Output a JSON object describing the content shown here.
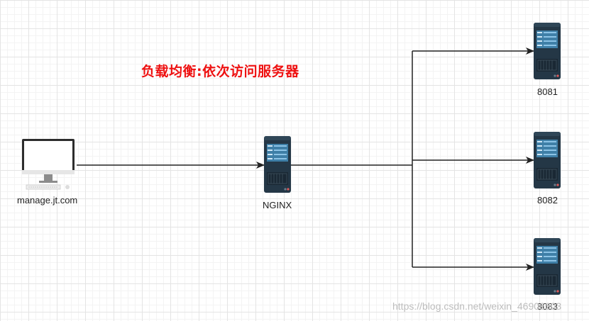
{
  "title": "负载均衡:依次访问服务器",
  "client": {
    "label": "manage.jt.com",
    "icon": "desktop-computer-icon"
  },
  "proxy": {
    "label": "NGINX",
    "icon": "server-icon"
  },
  "servers": [
    {
      "label": "8081",
      "icon": "server-icon"
    },
    {
      "label": "8082",
      "icon": "server-icon"
    },
    {
      "label": "8083",
      "icon": "server-icon"
    }
  ],
  "watermark": "https://blog.csdn.net/weixin_46906603",
  "colors": {
    "title": "#ee1111",
    "server_body": "#243746",
    "server_panel": "#3f7fa7",
    "line": "#222222"
  }
}
